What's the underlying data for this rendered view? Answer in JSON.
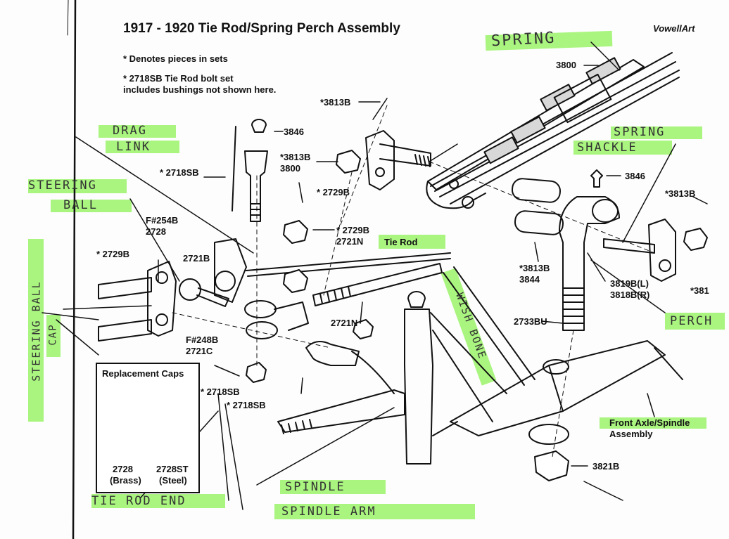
{
  "title": "1917 - 1920 Tie Rod/Spring Perch Assembly",
  "brand": "VowellArt",
  "notes": {
    "line1": "* Denotes pieces in sets",
    "line2a": "* 2718SB Tie Rod bolt set",
    "line2b": "includes bushings not shown here."
  },
  "parts": {
    "p3813B_top": "*3813B",
    "p3846_top": "3846",
    "p3813B_mid": "*3813B",
    "p3800_mid": "3800",
    "p2718SB_top": "* 2718SB",
    "p2729B_a": "* 2729B",
    "p2729B_b": "* 2729B",
    "p2721N_b": "2721N",
    "pF254B": "F#254B",
    "p2728": "2728",
    "p2729B_left": "* 2729B",
    "p2721B": "2721B",
    "tie_rod": "Tie Rod",
    "pF248B": "F#248B",
    "p2721C": "2721C",
    "p2721N_c": "2721N",
    "p2718SB_b": "* 2718SB",
    "p2718SB_c": "* 2718SB",
    "p3800_top": "3800",
    "p3846_right": "3846",
    "p3813B_right": "*3813B",
    "p3813B_low": "*3813B",
    "p3844": "3844",
    "p3819B": "3819B(L)",
    "p3818B": "3818B(R)",
    "p381_cut": "*381",
    "p2733BU": "2733BU",
    "front_axle_a": "Front Axle/Spindle",
    "front_axle_b": "Assembly",
    "p3821B": "3821B"
  },
  "replacement_caps": {
    "title": "Replacement Caps",
    "cap1_number": "2728",
    "cap1_material": "(Brass)",
    "cap2_number": "2728ST",
    "cap2_material": "(Steel)"
  },
  "handwritten": {
    "spring": "SPRING",
    "drag": "DRAG",
    "link": "LINK",
    "steering": "STEERING",
    "ball": "BALL",
    "spring_shackle_a": "SPRING",
    "spring_shackle_b": "SHACKLE",
    "wish_bone": "WISH BONE",
    "steering_ball_cap_a": "STEERING BALL",
    "steering_ball_cap_b": "CAP",
    "perch": "PERCH",
    "spindle": "SPINDLE",
    "tie_rod_end": "TIE ROD END",
    "spindle_arm": "SPINDLE ARM"
  },
  "colors": {
    "highlight": "#9bf36a",
    "ink": "#111111"
  }
}
